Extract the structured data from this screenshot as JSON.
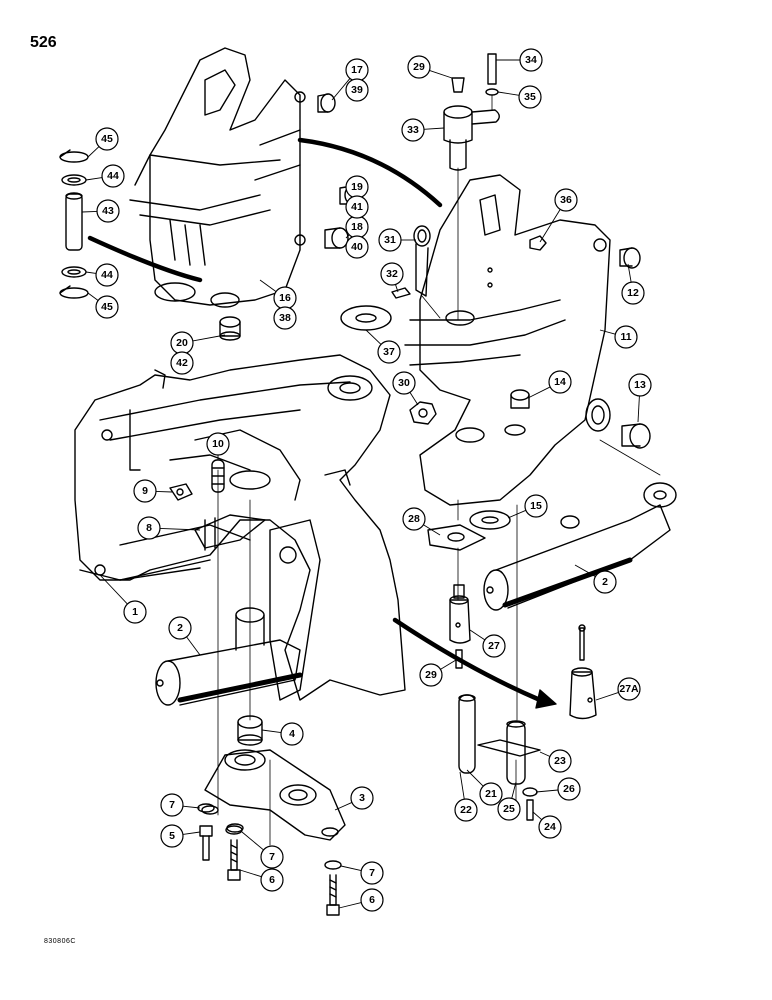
{
  "page": {
    "number": "526",
    "drawing_code": "830806C"
  },
  "callouts": [
    {
      "id": "c1",
      "label": "1"
    },
    {
      "id": "c2a",
      "label": "2"
    },
    {
      "id": "c2b",
      "label": "2"
    },
    {
      "id": "c3",
      "label": "3"
    },
    {
      "id": "c4",
      "label": "4"
    },
    {
      "id": "c5",
      "label": "5"
    },
    {
      "id": "c6a",
      "label": "6"
    },
    {
      "id": "c6b",
      "label": "6"
    },
    {
      "id": "c7a",
      "label": "7"
    },
    {
      "id": "c7b",
      "label": "7"
    },
    {
      "id": "c7c",
      "label": "7"
    },
    {
      "id": "c8",
      "label": "8"
    },
    {
      "id": "c9",
      "label": "9"
    },
    {
      "id": "c10",
      "label": "10"
    },
    {
      "id": "c11",
      "label": "11"
    },
    {
      "id": "c12",
      "label": "12"
    },
    {
      "id": "c13",
      "label": "13"
    },
    {
      "id": "c14",
      "label": "14"
    },
    {
      "id": "c15",
      "label": "15"
    },
    {
      "id": "c16",
      "label": "16",
      "label2": "38"
    },
    {
      "id": "c17",
      "label": "17",
      "label2": "39"
    },
    {
      "id": "c18",
      "label": "18",
      "label2": "40"
    },
    {
      "id": "c19",
      "label": "19",
      "label2": "41"
    },
    {
      "id": "c20",
      "label": "20",
      "label2": "42"
    },
    {
      "id": "c21",
      "label": "21"
    },
    {
      "id": "c22",
      "label": "22"
    },
    {
      "id": "c23",
      "label": "23"
    },
    {
      "id": "c24",
      "label": "24"
    },
    {
      "id": "c25",
      "label": "25"
    },
    {
      "id": "c26",
      "label": "26"
    },
    {
      "id": "c27",
      "label": "27"
    },
    {
      "id": "c27a",
      "label": "27A"
    },
    {
      "id": "c28",
      "label": "28"
    },
    {
      "id": "c29a",
      "label": "29"
    },
    {
      "id": "c29b",
      "label": "29"
    },
    {
      "id": "c30",
      "label": "30"
    },
    {
      "id": "c31",
      "label": "31"
    },
    {
      "id": "c32",
      "label": "32"
    },
    {
      "id": "c33",
      "label": "33"
    },
    {
      "id": "c34",
      "label": "34"
    },
    {
      "id": "c35",
      "label": "35"
    },
    {
      "id": "c36",
      "label": "36"
    },
    {
      "id": "c37",
      "label": "37"
    },
    {
      "id": "c43",
      "label": "43"
    },
    {
      "id": "c44a",
      "label": "44"
    },
    {
      "id": "c44b",
      "label": "44"
    },
    {
      "id": "c45a",
      "label": "45"
    },
    {
      "id": "c45b",
      "label": "45"
    }
  ]
}
